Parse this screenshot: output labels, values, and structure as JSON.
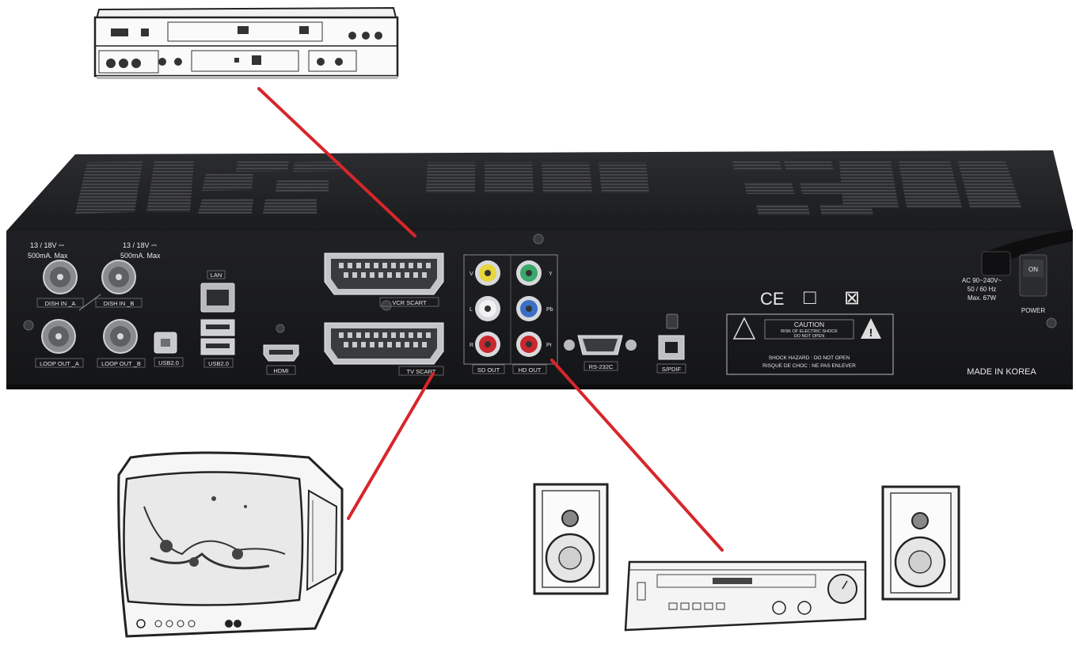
{
  "receiver": {
    "lnb_a_spec": [
      "13 / 18V ⎓",
      "500mA. Max"
    ],
    "lnb_b_spec": [
      "13 / 18V ⎓",
      "500mA. Max"
    ],
    "port_labels": {
      "dish_in_a": "DISH IN _A",
      "dish_in_b": "DISH IN _B",
      "loop_out_a": "LOOP OUT _A",
      "loop_out_b": "LOOP OUT _B",
      "usb_b": "USB2.0",
      "lan": "LAN",
      "usb_a": "USB2.0",
      "hdmi": "HDMI",
      "vcr_scart": "VCR SCART",
      "tv_scart": "TV SCART",
      "sd_out": "SD OUT",
      "hd_out": "HD OUT",
      "rs232": "RS-232C",
      "spdif": "S/PDIF"
    },
    "rca_marks": [
      "V",
      "Y",
      "L",
      "Pb",
      "R",
      "Pr"
    ],
    "certifications": [
      "CE",
      "□",
      "⊠"
    ],
    "caution": {
      "title": "CAUTION",
      "line1": "RISK OF ELECTRIC SHOCK",
      "line2": "DO NOT OPEN",
      "line3": "SHOCK HAZARD : DO NOT OPEN",
      "line4": "RISQUE DE CHOC : NE PAS ENLEVER"
    },
    "power_spec": [
      "AC 90~240V~",
      "50 / 60 Hz",
      "Max. 67W"
    ],
    "power_switch": "ON",
    "power_label": "POWER",
    "made_in": "MADE IN KOREA"
  },
  "colors": {
    "cable": "#d7262b",
    "chassis": "#1b1c1e",
    "rca_yellow": "#e8d63a",
    "rca_green": "#3aa86a",
    "rca_white": "#f2f2f2",
    "rca_blue": "#3b6fc4",
    "rca_red": "#c8282e"
  },
  "devices": [
    {
      "id": "vcr",
      "icon": "vcr-sketch-icon"
    },
    {
      "id": "tv",
      "icon": "crt-tv-sketch-icon"
    },
    {
      "id": "audio",
      "icon": "amplifier-with-speakers-sketch-icon"
    }
  ]
}
